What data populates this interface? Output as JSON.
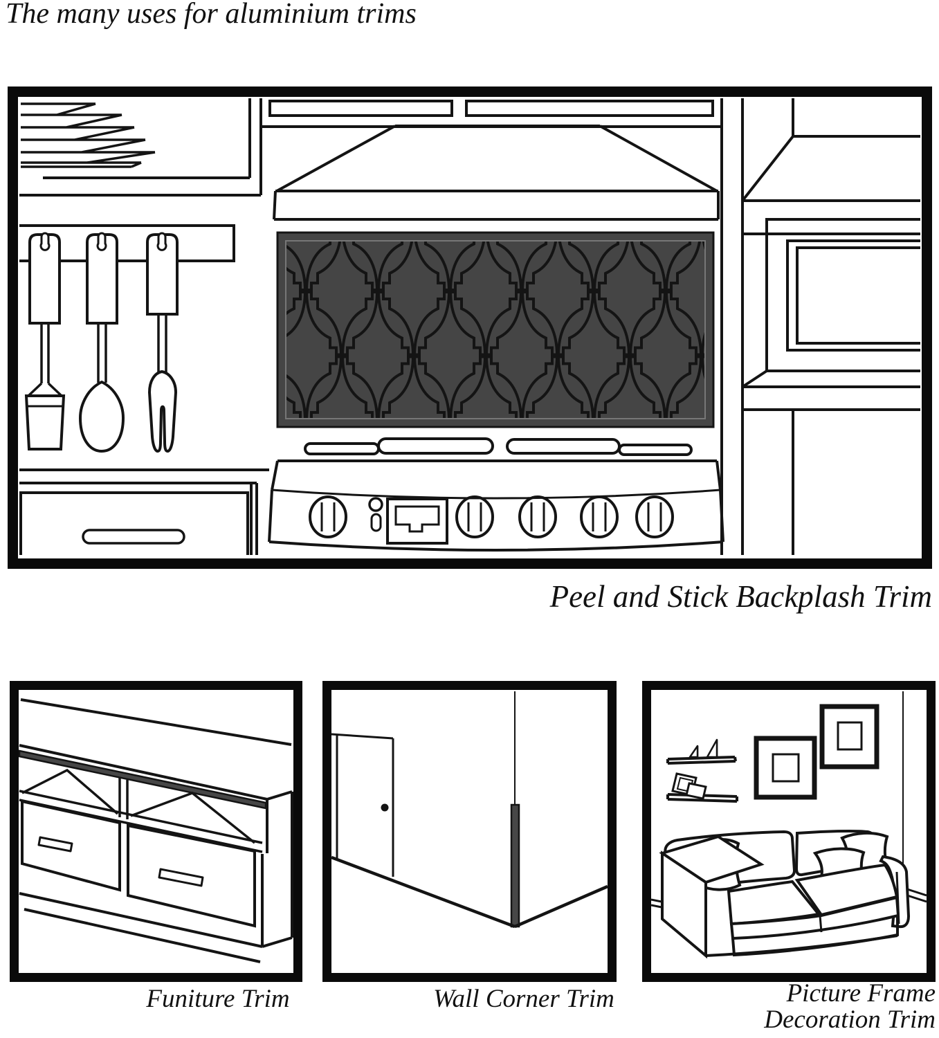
{
  "title": "The many uses for aluminium trims",
  "main_panel": {
    "caption": "Peel and Stick Backplash Trim"
  },
  "bottom_panels": [
    {
      "caption": "Funiture Trim"
    },
    {
      "caption": "Wall Corner Trim"
    },
    {
      "caption_line1": "Picture Frame",
      "caption_line2": "Decoration Trim"
    }
  ],
  "colors": {
    "ink": "#141414",
    "panel_border": "#0a0a0a",
    "trim_accent": "#474747",
    "tile_line": "#8a8a8a",
    "background": "#ffffff"
  }
}
